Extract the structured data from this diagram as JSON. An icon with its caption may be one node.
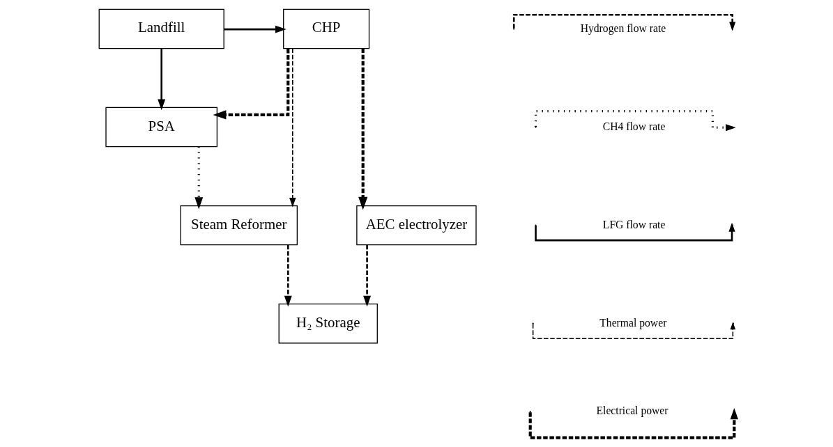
{
  "diagram": {
    "nodes": [
      {
        "text": [
          "Landfill"
        ]
      },
      {
        "text": [
          "CHP"
        ]
      },
      {
        "text": [
          "PSA"
        ]
      },
      {
        "text": [
          "Steam Reformer"
        ]
      },
      {
        "text": [
          "AEC electrolyzer"
        ]
      },
      {
        "text": [
          "H₂ Storage"
        ]
      }
    ],
    "edges": [
      {
        "from": 0,
        "to": 1,
        "arrow": "to"
      },
      {
        "from": 0,
        "to": 2,
        "arrow": "to"
      },
      {
        "from": 1,
        "to": 2,
        "arrow": "to",
        "style": "dashed"
      },
      {
        "from": 1,
        "to": 4,
        "arrow": "to",
        "style": "dashed"
      },
      {
        "from": 1,
        "to": 3,
        "arrow": "to",
        "style": "dashed"
      },
      {
        "from": 2,
        "to": 3,
        "arrow": "to",
        "style": "dashed"
      },
      {
        "from": 3,
        "to": 5,
        "arrow": "to",
        "style": "dashed"
      },
      {
        "from": 4,
        "to": 5,
        "arrow": "to",
        "style": "dashed"
      }
    ],
    "legend": [
      {
        "text": "Hydrogen flow rate"
      },
      {
        "text": "CH4 flow rate"
      },
      {
        "text": "LFG flow rate"
      },
      {
        "text": "Thermal power"
      },
      {
        "text": "Electrical power"
      }
    ]
  }
}
